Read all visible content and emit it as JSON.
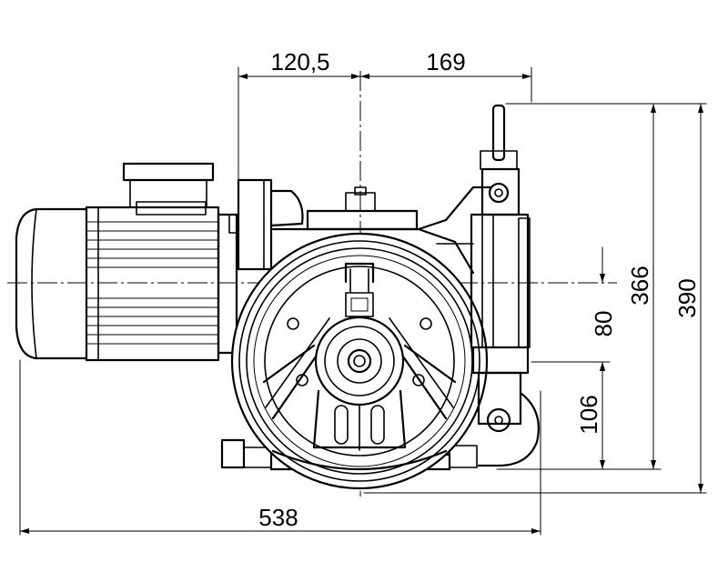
{
  "drawing": {
    "dimensions": {
      "left_offset": "120,5",
      "right_offset": "169",
      "overall_width": "538",
      "height_total": "390",
      "height_upper": "366",
      "axis_height": "80",
      "lower_height": "106"
    }
  }
}
